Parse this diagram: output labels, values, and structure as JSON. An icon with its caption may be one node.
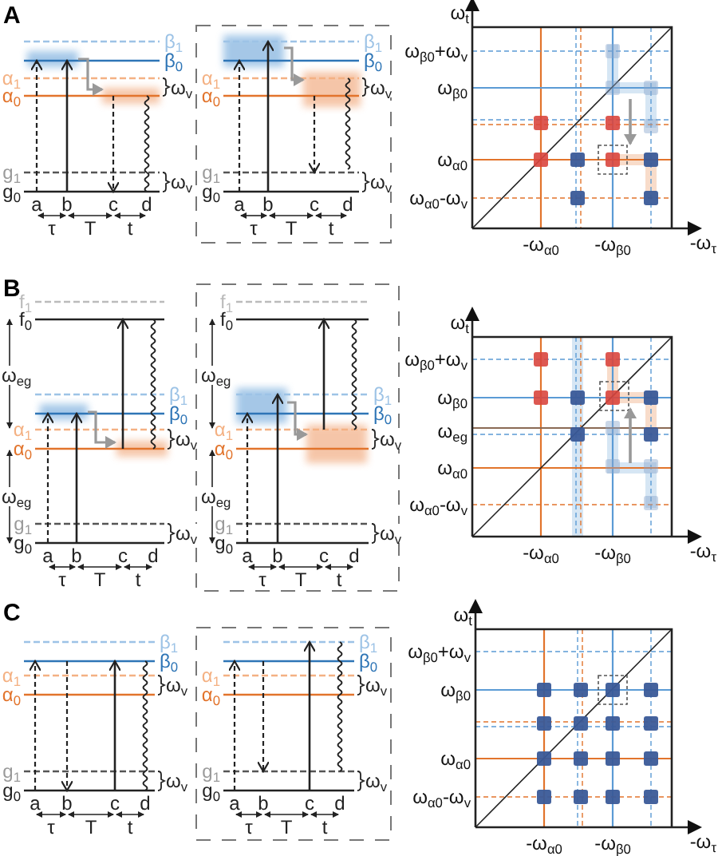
{
  "diagram": {
    "labels": [
      "A",
      "β$_{1}$",
      "β$_{0}$",
      "α$_{1}$",
      "ω$_{v}$",
      "α$_{0}$",
      "g$_{1}$",
      "ω$_{v}$",
      "g$_{0}$",
      "a",
      "b",
      "c",
      "d",
      "τ",
      "T",
      "t",
      "β$_{1}$",
      "β$_{0}$",
      "α$_{1}$",
      "ω$_{v}$",
      "α$_{0}$",
      "g$_{1}$",
      "ω$_{v}$",
      "g$_{0}$",
      "a",
      "b",
      "c",
      "d",
      "τ",
      "T",
      "t",
      "ω$_{t}$",
      "ω$_{β0}$+ω$_{v}$",
      "ω$_{β0}$",
      "ω$_{α0}$",
      "ω$_{α0}$-ω$_{v}$",
      "-ω$_{α0}$",
      "-ω$_{β0}$",
      "-ω$_{τ}$",
      "B",
      "f$_{1}$",
      "f$_{0}$",
      "ω$_{eg}$",
      "β$_{1}$",
      "β$_{0}$",
      "α$_{1}$",
      "ω$_{v}$",
      "α$_{0}$",
      "ω$_{eg}$",
      "g$_{1}$",
      "ω$_{v}$",
      "g$_{0}$",
      "a",
      "b",
      "c",
      "d",
      "τ",
      "T",
      "t",
      "f$_{1}$",
      "f$_{0}$",
      "ω$_{eg}$",
      "β$_{1}$",
      "β$_{0}$",
      "α$_{1}$",
      "ω$_{v}$",
      "α$_{0}$",
      "ω$_{eg}$",
      "g$_{1}$",
      "ω$_{v}$",
      "g$_{0}$",
      "a",
      "b",
      "c",
      "d",
      "τ",
      "T",
      "t",
      "ω$_{t}$",
      "ω$_{β0}$+ω$_{v}$",
      "ω$_{β0}$",
      "ω$_{eg}$",
      "ω$_{α0}$",
      "ω$_{α0}$-ω$_{v}$",
      "-ω$_{α0}$",
      "-ω$_{β0}$",
      "-ω$_{τ}$",
      "C",
      "β$_{1}$",
      "β$_{0}$",
      "α$_{1}$",
      "ω$_{v}$",
      "α$_{0}$",
      "g$_{1}$",
      "ω$_{v}$",
      "g$_{0}$",
      "a",
      "b",
      "c",
      "d",
      "τ",
      "T",
      "t",
      "β$_{1}$",
      "β$_{0}$",
      "α$_{1}$",
      "ω$_{v}$",
      "α$_{0}$",
      "g$_{1}$",
      "ω$_{v}$",
      "g$_{0}$",
      "a",
      "b",
      "c",
      "d",
      "τ",
      "T",
      "t",
      "ω$_{t}$",
      "ω$_{β0}$+ω$_{v}$",
      "ω$_{β0}$",
      "ω$_{α0}$",
      "ω$_{α0}$-ω$_{v}$",
      "-ω$_{α0}$",
      "-ω$_{β0}$",
      "-ω$_{τ}$"
    ]
  }
}
